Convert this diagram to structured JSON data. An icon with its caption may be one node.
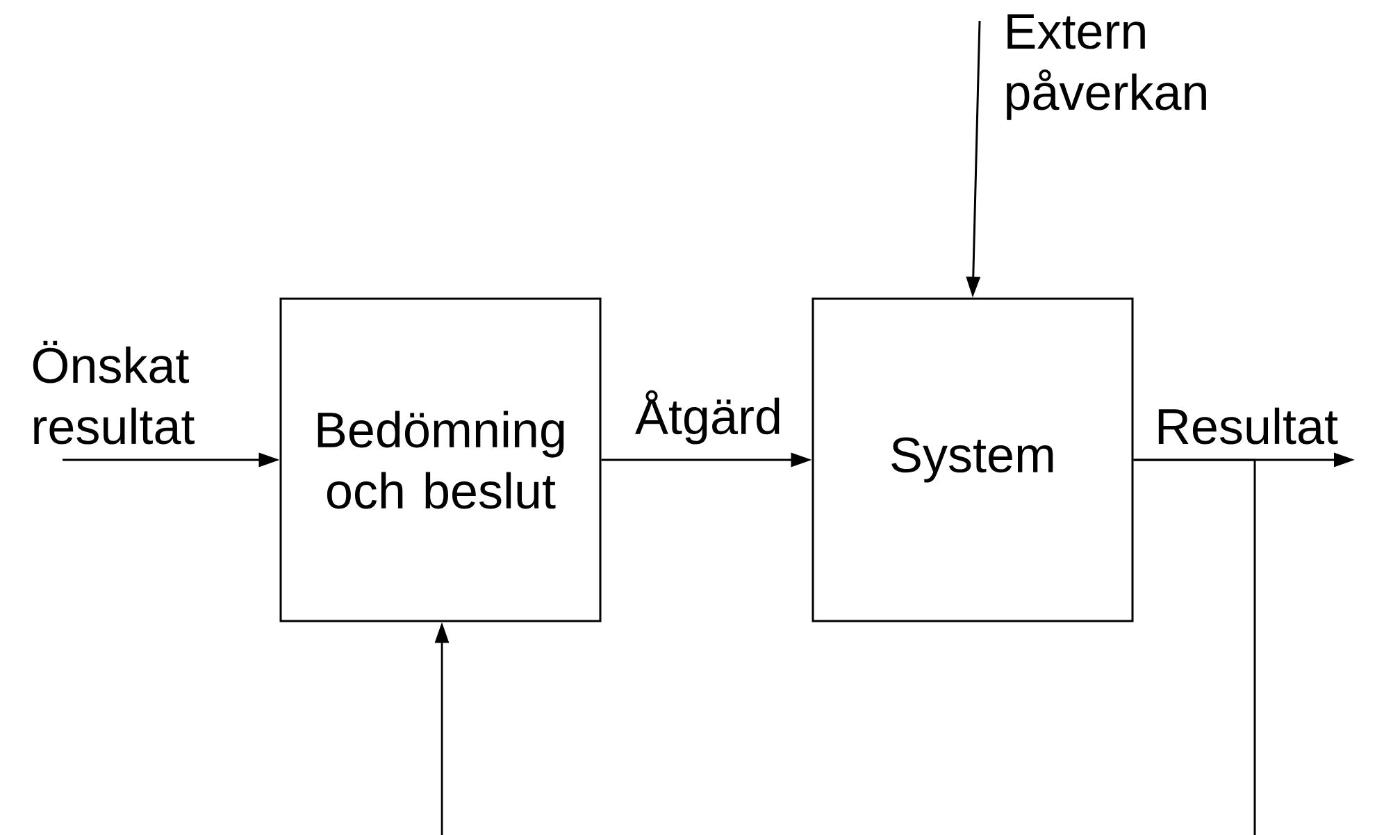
{
  "diagram": {
    "nodes": [
      {
        "text": [
          "Bedömning och beslut"
        ]
      },
      {
        "text": [
          "System"
        ]
      }
    ],
    "edges": [
      {
        "from": null,
        "to": 0,
        "arrow": "to",
        "label": "Önskat resultat"
      },
      {
        "from": 0,
        "to": 1,
        "arrow": "to",
        "label": "Åtgärd"
      },
      {
        "from": null,
        "to": 1,
        "arrow": "to",
        "label": "Extern påverkan"
      },
      {
        "from": 1,
        "to": null,
        "arrow": "to",
        "label": "Resultat"
      },
      {
        "from": 1,
        "to": null,
        "arrow": "none"
      },
      {
        "from": null,
        "to": 0,
        "arrow": "to"
      }
    ]
  }
}
